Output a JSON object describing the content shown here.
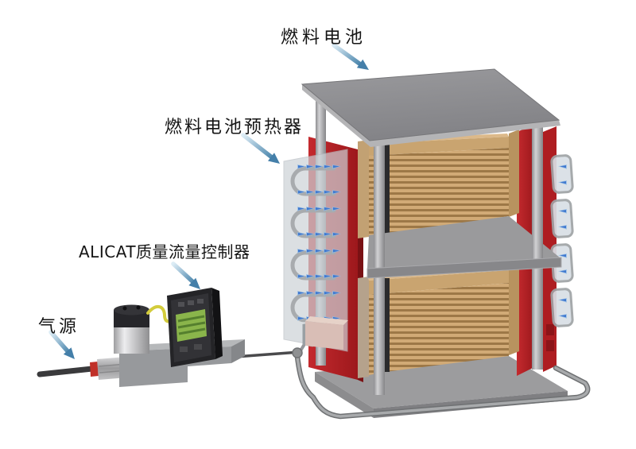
{
  "figure": {
    "labels": {
      "fuel_cell": "燃料电池",
      "preheater": "燃料电池预热器",
      "flow_controller": "ALICAT质量流量控制器",
      "gas_source": "气源"
    },
    "components": [
      "fuel-cell-stack",
      "fuel-cell-preheater-panels",
      "alicat-mass-flow-controller",
      "gas-source-tube",
      "gas-supply-pipe-loop"
    ],
    "colors": {
      "background": "#ffffff",
      "label_text": "#151515",
      "arrow_blue_dark": "#447fa9",
      "arrow_blue_light": "#dcecf5",
      "panel_red": "#b2201f",
      "plate_gray": "#8f8f91",
      "stack_tan": "#c9a06e",
      "fin_dark_tan": "#9d7847",
      "nozzle_blue": "#3f78cf",
      "pipe_gray": "#a8aaac",
      "cable_yellow": "#d3cc3c",
      "screen_green": "#8ab54b",
      "tube_dark": "#3a3a3c",
      "fitting_red": "#c03028"
    }
  }
}
